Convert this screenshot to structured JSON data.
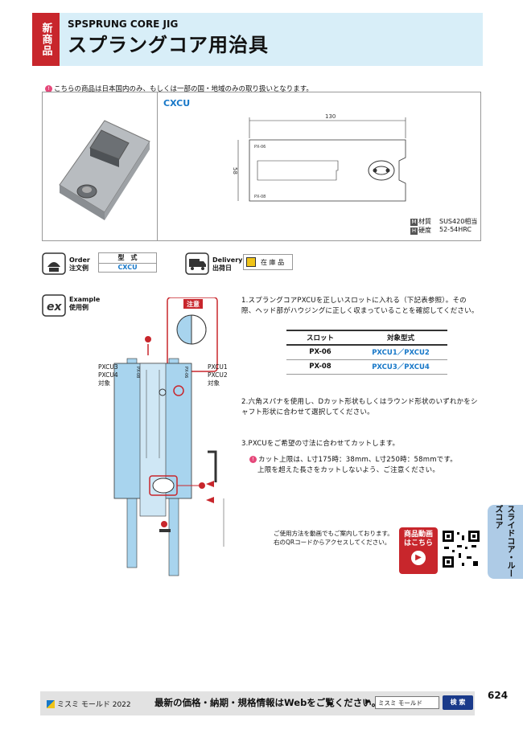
{
  "header": {
    "badge": "新商品",
    "title_en": "SPSPRUNG CORE JIG",
    "title_jp": "スプラングコア用治具"
  },
  "notice": "こちらの商品は日本国内のみ、もしくは一部の国・地域のみの取り扱いとなります。",
  "product": {
    "model": "CXCU",
    "drawing": {
      "dimension_length": "130",
      "dimension_width": "58",
      "label_top": "PX-06",
      "label_bottom": "PX-08"
    },
    "specs": [
      {
        "icon": "M",
        "label": "材質",
        "value": "SUS420相当"
      },
      {
        "icon": "H",
        "label": "硬度",
        "value": "52-54HRC"
      }
    ]
  },
  "order": {
    "en": "Order",
    "jp": "注文例",
    "header": "型　式",
    "value": "CXCU"
  },
  "delivery": {
    "en": "Delivery",
    "jp": "出荷日",
    "stock": "在 庫 品"
  },
  "example": {
    "en": "Example",
    "jp": "使用例",
    "caution": "注意",
    "left_labels": [
      "PXCU3",
      "PXCU4",
      "対象"
    ],
    "right_labels": [
      "PXCU1",
      "PXCU2",
      "対象"
    ],
    "slot_left": "PX-08",
    "slot_right": "PX-06"
  },
  "instructions": {
    "step1": "1.スプラングコアPXCUを正しいスロットに入れる（下記表参照）。その際、ヘッド部がハウジングに正しく収まっていることを確認してください。",
    "table_headers": [
      "スロット",
      "対象型式"
    ],
    "table_rows": [
      [
        "PX-06",
        "PXCU1／PXCU2"
      ],
      [
        "PX-08",
        "PXCU3／PXCU4"
      ]
    ],
    "step2": "2.六角スパナを使用し、Dカット形状もしくはラウンド形状のいずれかをシャフト形状に合わせて選択してください。",
    "step3": "3.PXCUをご希望の寸法に合わせてカットします。",
    "note_line1": "カット上限は、L寸175時：38mm、L寸250時：58mmです。",
    "note_line2": "上限を超えた長さをカットしないよう、ご注意ください。"
  },
  "video": {
    "text1": "ご使用方法を動画でもご案内しております。",
    "text2": "右のQRコードからアクセスしてください。",
    "badge": "商品動画はこちら"
  },
  "side_tab": "スライドコア・ルーズコア",
  "page_number": "624",
  "footer": {
    "brand": "ミスミ モールド 2022",
    "text": "最新の価格・納期・規格情報はWebをご覧ください。",
    "search_value": "ミスミ モールド",
    "search_button": "検 索"
  },
  "colors": {
    "accent_red": "#c8262c",
    "accent_blue": "#1878c8",
    "header_bg": "#d8eef8",
    "part_blue": "#a8d4ee"
  }
}
